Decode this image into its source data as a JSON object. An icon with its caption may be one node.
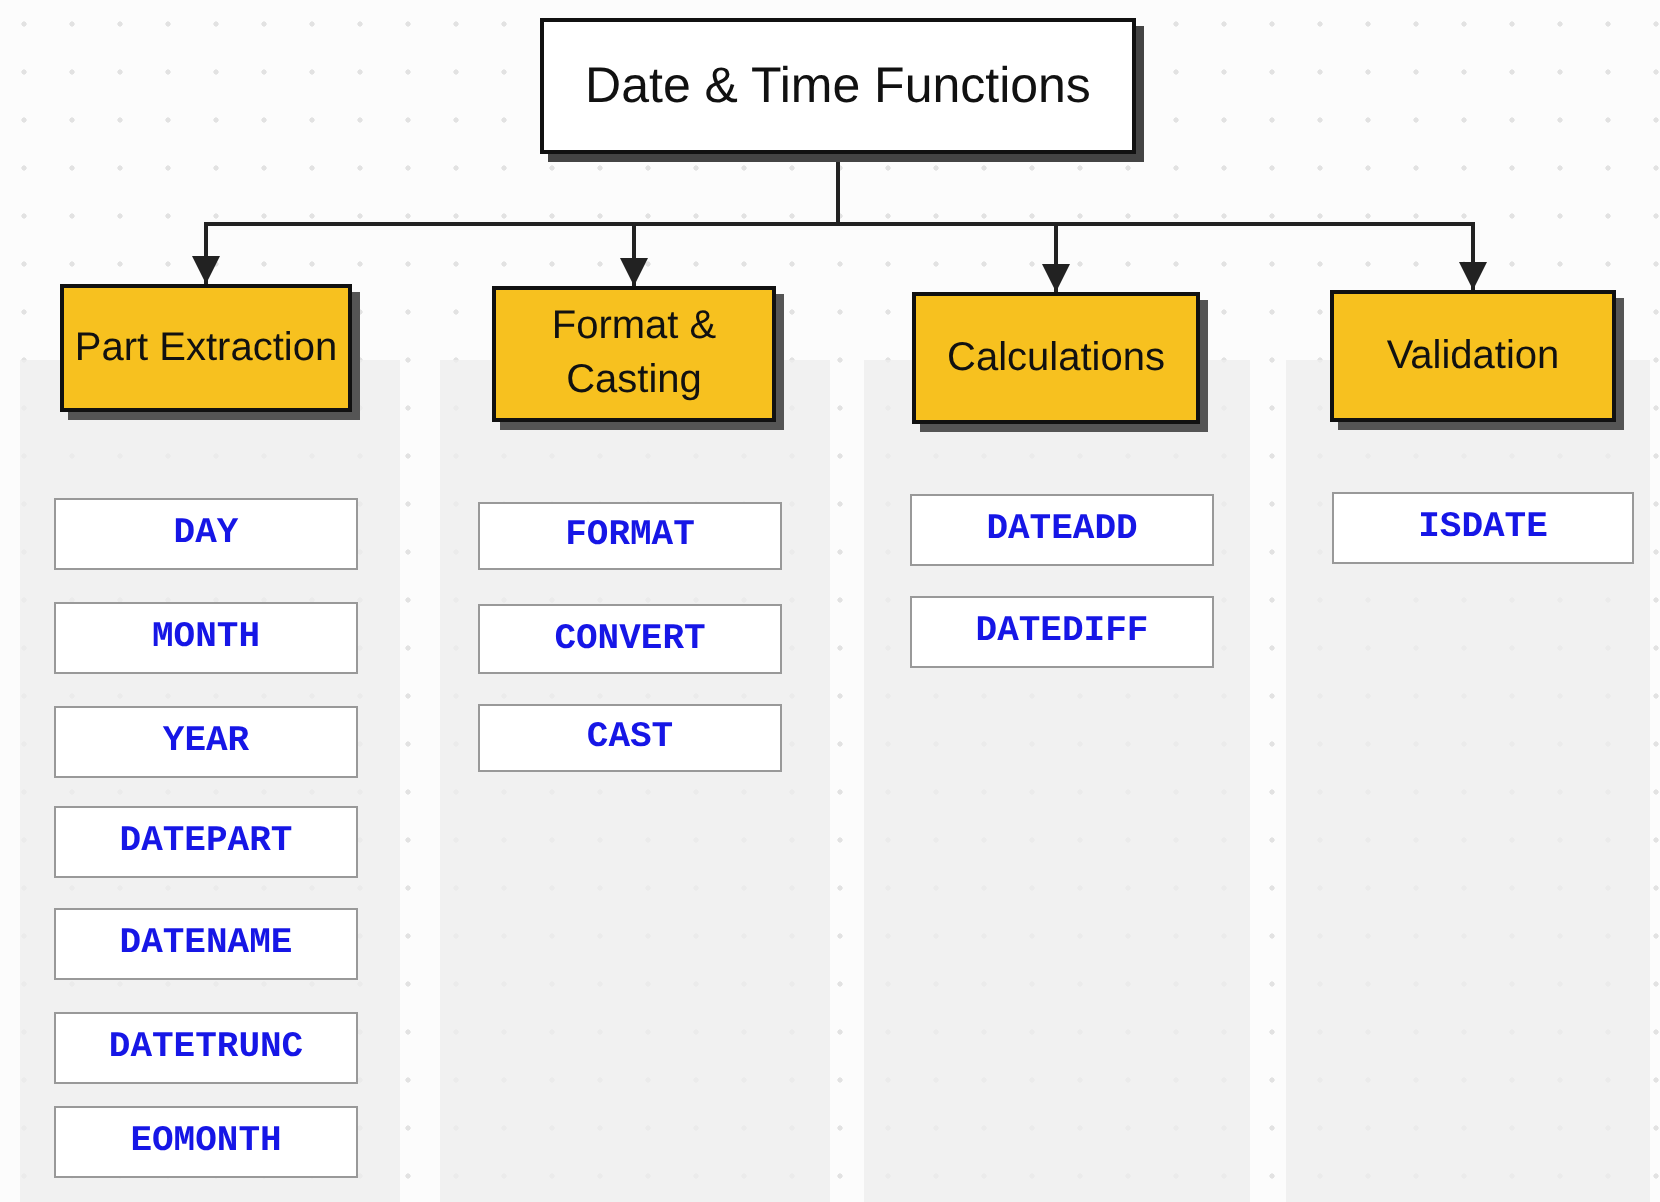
{
  "diagram": {
    "nodes": [
      {
        "text": [
          "Date & Time Functions"
        ]
      },
      {
        "text": [
          "Part Extraction"
        ]
      },
      {
        "text": [
          "Format & Casting"
        ]
      },
      {
        "text": [
          "Calculations"
        ]
      },
      {
        "text": [
          "Validation"
        ]
      },
      {
        "text": [
          "DAY"
        ]
      },
      {
        "text": [
          "MONTH"
        ]
      },
      {
        "text": [
          "YEAR"
        ]
      },
      {
        "text": [
          "DATEPART"
        ]
      },
      {
        "text": [
          "DATENAME"
        ]
      },
      {
        "text": [
          "DATETRUNC"
        ]
      },
      {
        "text": [
          "EOMONTH"
        ]
      },
      {
        "text": [
          "FORMAT"
        ]
      },
      {
        "text": [
          "CONVERT"
        ]
      },
      {
        "text": [
          "CAST"
        ]
      },
      {
        "text": [
          "DATEADD"
        ]
      },
      {
        "text": [
          "DATEDIFF"
        ]
      },
      {
        "text": [
          "ISDATE"
        ]
      }
    ],
    "edges": [
      {
        "from": 0,
        "to": 1,
        "arrow": "to"
      },
      {
        "from": 0,
        "to": 2,
        "arrow": "to"
      },
      {
        "from": 0,
        "to": 3,
        "arrow": "to"
      },
      {
        "from": 0,
        "to": 4,
        "arrow": "to"
      }
    ]
  }
}
